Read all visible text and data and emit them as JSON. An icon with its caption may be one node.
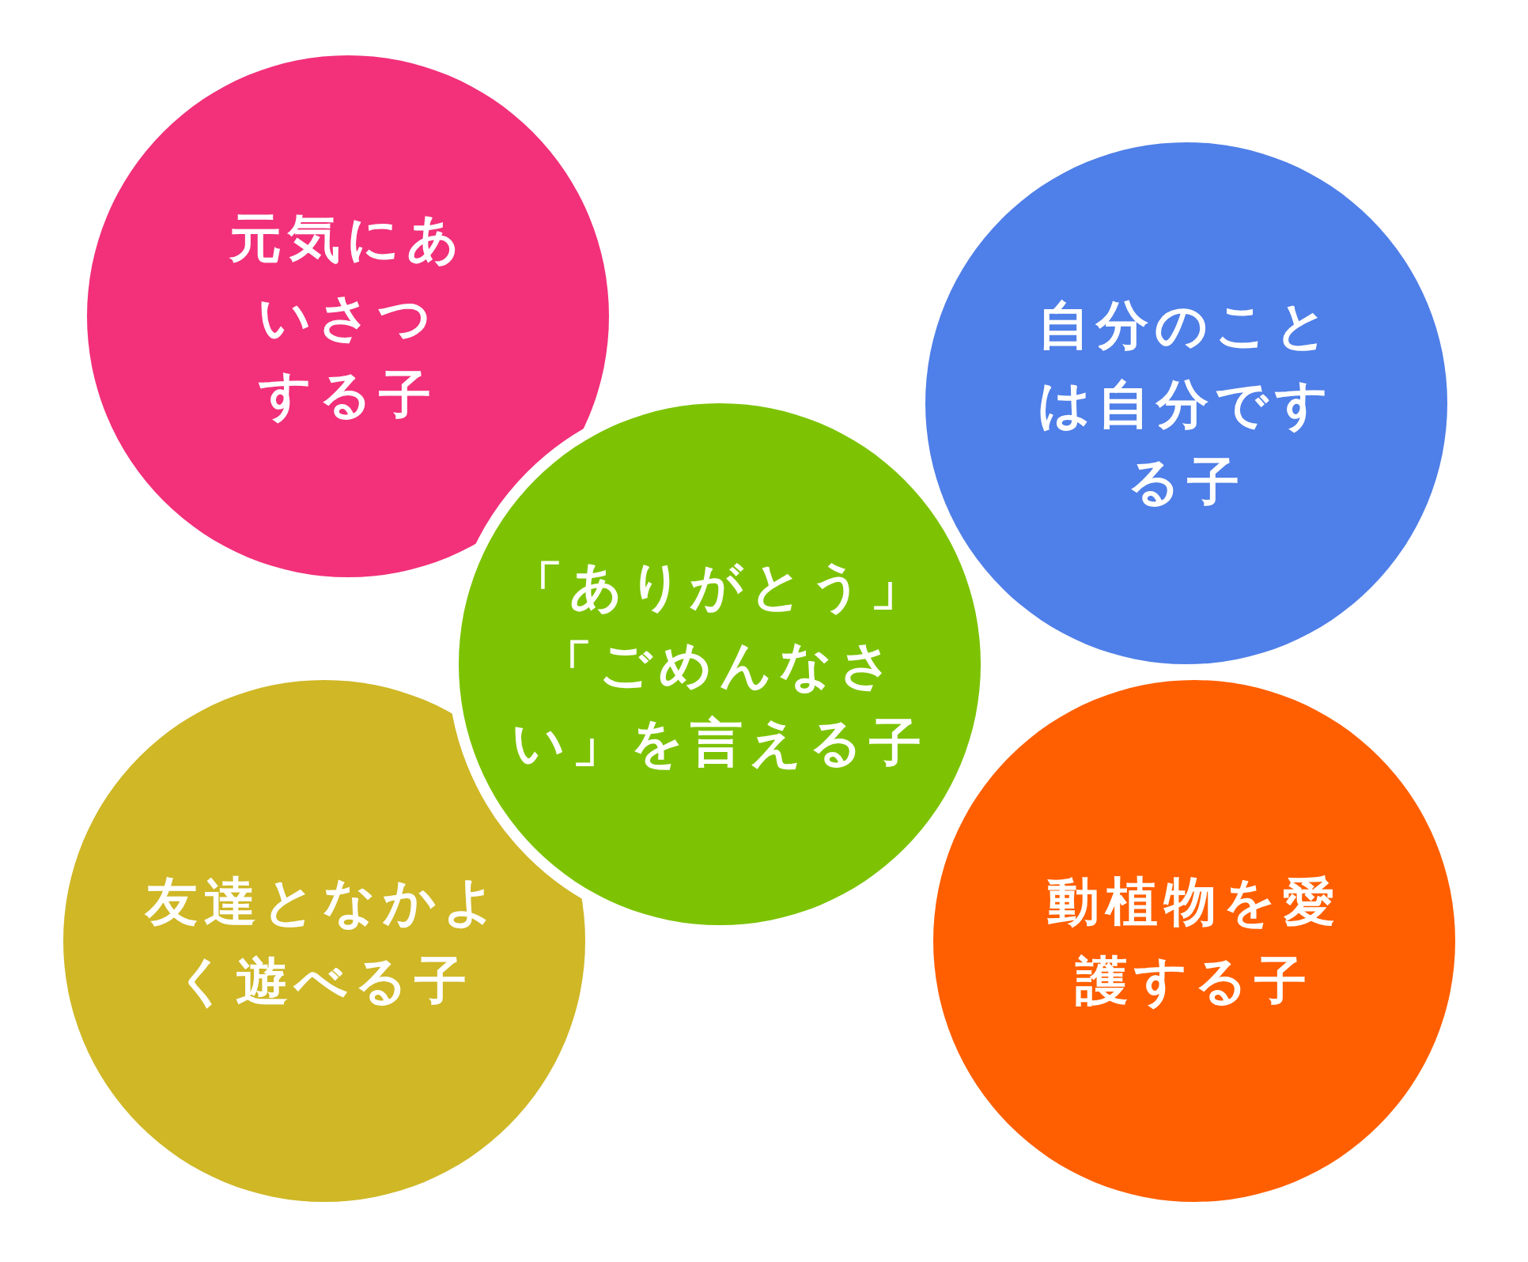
{
  "diagram": {
    "nodes": [
      {
        "text": [
          "元気にあいさつする子"
        ]
      },
      {
        "text": [
          "自分のことは自分でする子"
        ]
      },
      {
        "text": [
          "「ありがとう」「ごめんなさい」を言える子"
        ]
      },
      {
        "text": [
          "友達となかよく遊べる子"
        ]
      },
      {
        "text": [
          "動植物を愛護する子"
        ]
      }
    ]
  }
}
